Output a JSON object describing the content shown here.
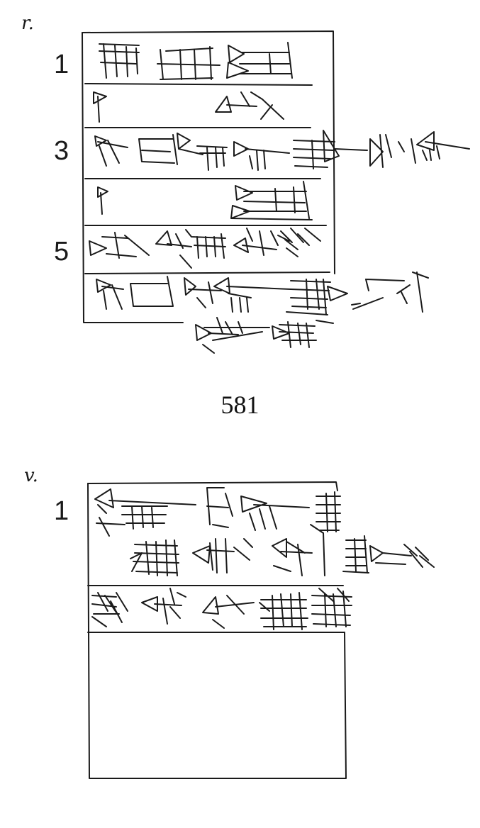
{
  "obverse": {
    "side_label": "r.",
    "line_numbers": [
      "1",
      "3",
      "5"
    ]
  },
  "catalog_number": "581",
  "reverse": {
    "side_label": "v.",
    "line_numbers": [
      "1"
    ]
  }
}
